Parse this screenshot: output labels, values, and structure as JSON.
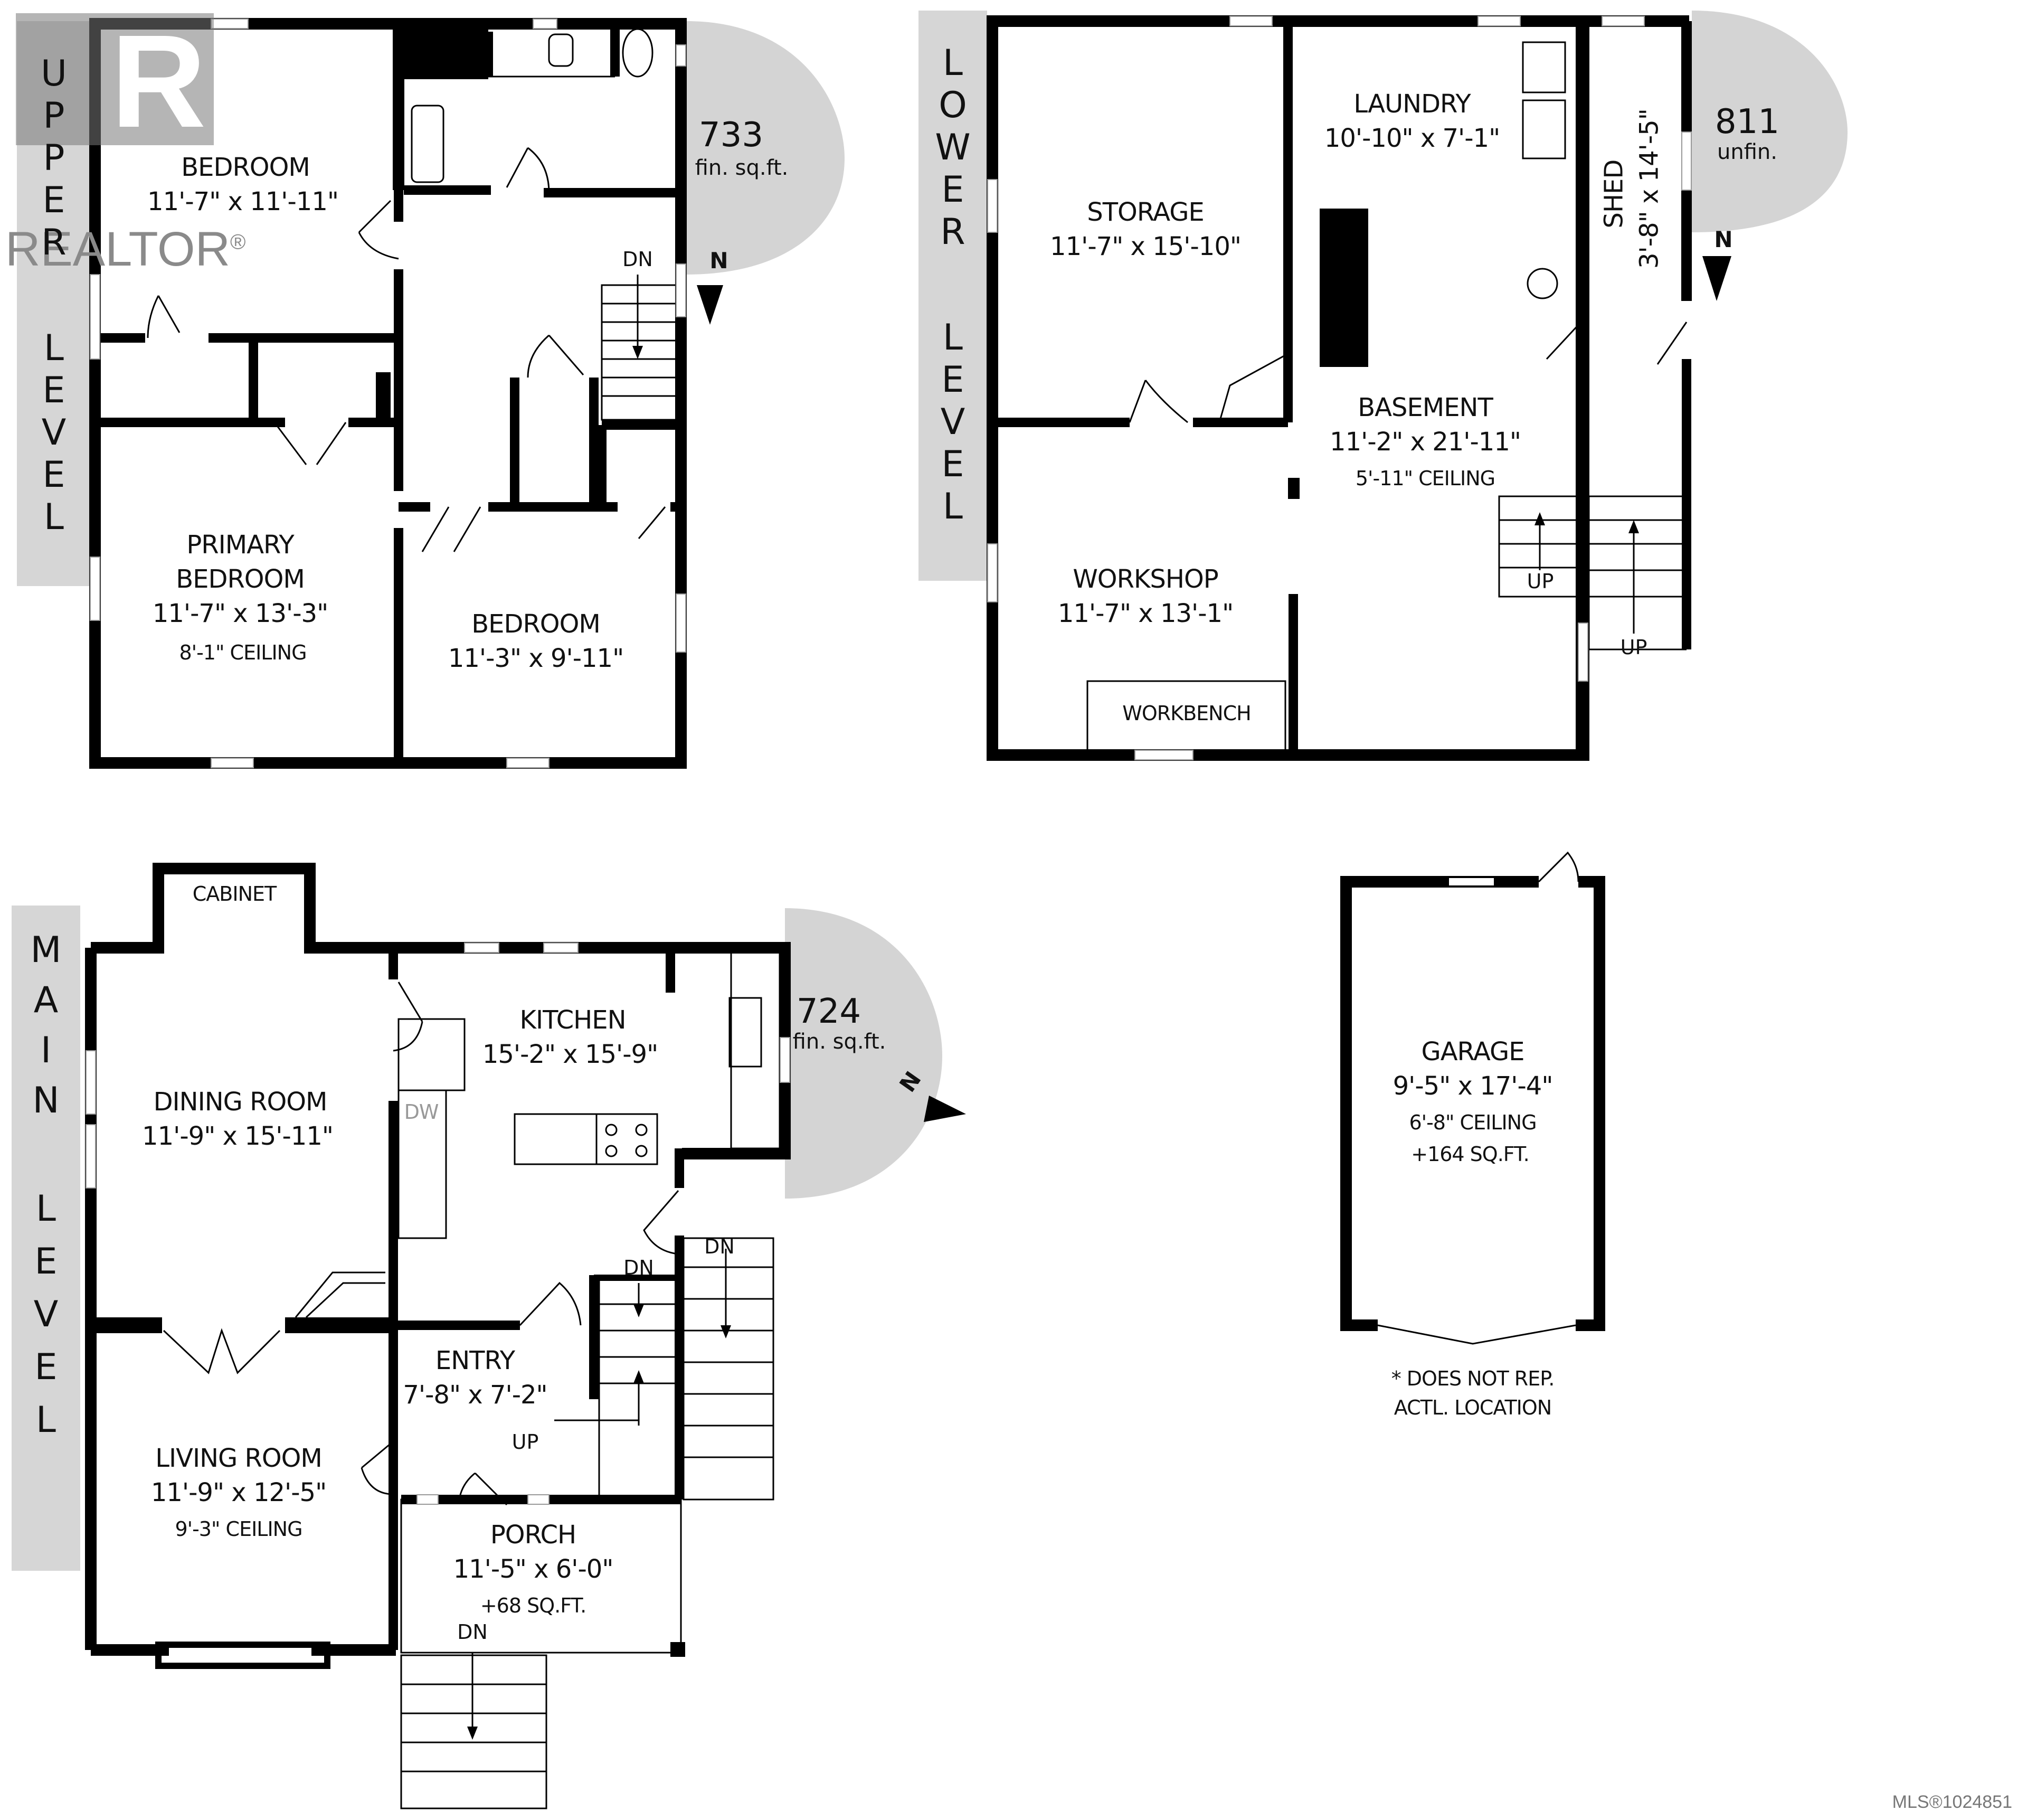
{
  "watermark": {
    "brand": "REALTOR",
    "registered": "®",
    "logo_letter": "R"
  },
  "mls": "MLS®1024851",
  "levels": {
    "upper": {
      "label_letters": [
        "U",
        "P",
        "P",
        "E",
        "R",
        "",
        "L",
        "E",
        "V",
        "E",
        "L"
      ],
      "sqft": "733",
      "sqft_unit": "fin. sq.ft.",
      "compass": "N",
      "stairs": [
        "DN"
      ],
      "rooms": [
        {
          "name": "BEDROOM",
          "dims": "11'-7\" x 11'-11\""
        },
        {
          "name": "PRIMARY",
          "name2": "BEDROOM",
          "dims": "11'-7\" x 13'-3\"",
          "note": "8'-1\" CEILING"
        },
        {
          "name": "BEDROOM",
          "dims": "11'-3\" x 9'-11\""
        }
      ]
    },
    "lower": {
      "label_letters": [
        "L",
        "O",
        "W",
        "E",
        "R",
        "",
        "L",
        "E",
        "V",
        "E",
        "L"
      ],
      "sqft": "811",
      "sqft_unit": "unfin.",
      "compass": "N",
      "stairs": [
        "UP",
        "UP"
      ],
      "rooms": [
        {
          "name": "STORAGE",
          "dims": "11'-7\" x 15'-10\""
        },
        {
          "name": "LAUNDRY",
          "dims": "10'-10\" x 7'-1\""
        },
        {
          "name": "SHED",
          "dims": "3'-8\" x 14'-5\""
        },
        {
          "name": "BASEMENT",
          "dims": "11'-2\" x 21'-11\"",
          "note": "5'-11\" CEILING"
        },
        {
          "name": "WORKSHOP",
          "dims": "11'-7\" x 13'-1\""
        },
        {
          "name": "WORKBENCH"
        }
      ]
    },
    "main": {
      "label_letters": [
        "M",
        "A",
        "I",
        "N",
        "",
        "L",
        "E",
        "V",
        "E",
        "L"
      ],
      "sqft": "724",
      "sqft_unit": "fin. sq.ft.",
      "compass": "N",
      "stairs": [
        "DN",
        "DN",
        "UP",
        "DN"
      ],
      "fixtures": {
        "cabinet": "CABINET",
        "dishwasher": "DW"
      },
      "rooms": [
        {
          "name": "DINING ROOM",
          "dims": "11'-9\" x 15'-11\""
        },
        {
          "name": "KITCHEN",
          "dims": "15'-2\" x 15'-9\""
        },
        {
          "name": "ENTRY",
          "dims": "7'-8\" x 7'-2\""
        },
        {
          "name": "LIVING ROOM",
          "dims": "11'-9\" x 12'-5\"",
          "note": "9'-3\" CEILING"
        },
        {
          "name": "PORCH",
          "dims": "11'-5\" x 6'-0\"",
          "note": "+68 SQ.FT."
        }
      ]
    },
    "garage": {
      "rooms": [
        {
          "name": "GARAGE",
          "dims": "9'-5\" x 17'-4\"",
          "note": "6'-8\" CEILING",
          "note2": "+164 SQ.FT."
        }
      ],
      "footnote1": "* DOES NOT REP.",
      "footnote2": "ACTL. LOCATION"
    }
  }
}
